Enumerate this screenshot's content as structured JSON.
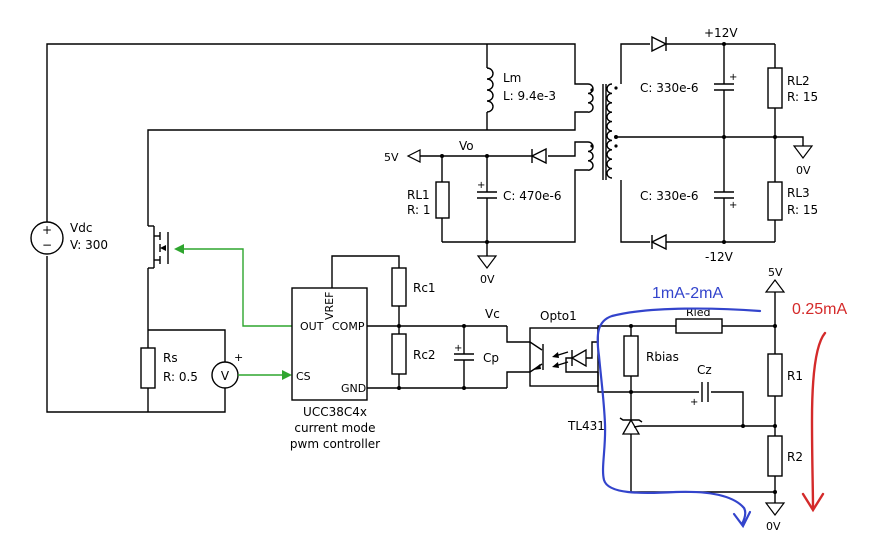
{
  "labels": {
    "vdc_name": "Vdc",
    "vdc_value": "V: 300",
    "lm_name": "Lm",
    "lm_value": "L: 9.4e-3",
    "vo": "Vo",
    "rail_5v_left": "5V",
    "rl1_name": "RL1",
    "rl1_value": "R: 1",
    "c_470": "C: 470e-6",
    "gnd_0v_a": "0V",
    "plus12": "+12V",
    "minus12": "-12V",
    "c_330_top": "C: 330e-6",
    "c_330_bot": "C: 330e-6",
    "rl2_name": "RL2",
    "rl2_value": "R: 15",
    "rl3_name": "RL3",
    "rl3_value": "R: 15",
    "gnd_0v_b": "0V",
    "rs_name": "Rs",
    "rs_value": "R: 0.5",
    "meter_v": "V",
    "rc1": "Rc1",
    "rc2": "Rc2",
    "vc": "Vc",
    "cp": "Cp",
    "opto": "Opto1",
    "rled": "Rled",
    "rbias": "Rbias",
    "cz": "Cz",
    "r1": "R1",
    "r2": "R2",
    "tl431": "TL431",
    "rail_5v_right": "5V",
    "gnd_0v_c": "0V",
    "ic_pin_vref": "VREF",
    "ic_pin_out": "OUT",
    "ic_pin_comp": "COMP",
    "ic_pin_cs": "CS",
    "ic_pin_gnd": "GND",
    "ic_name": "UCC38C4x",
    "ic_desc1": "current mode",
    "ic_desc2": "pwm controller"
  },
  "annotations": {
    "blue_current": "1mA-2mA",
    "red_current": "0.25mA",
    "blue_color": "#3344cc",
    "red_color": "#d42a2a"
  },
  "colors": {
    "wire": "#000000",
    "feedback_wire": "#2ea52e"
  }
}
